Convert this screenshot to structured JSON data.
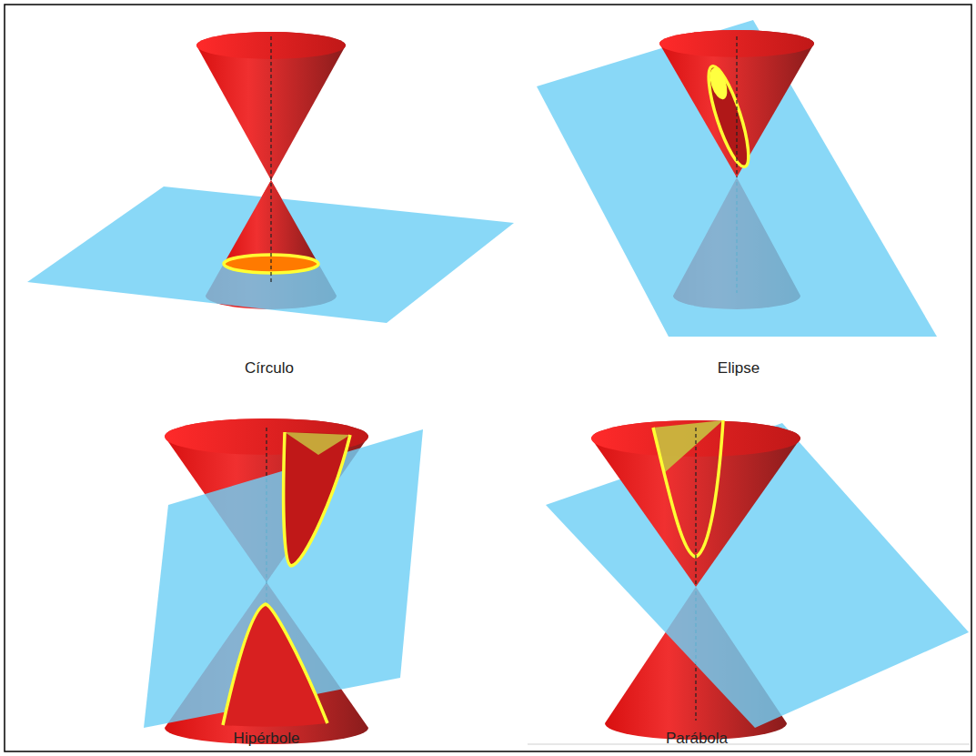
{
  "diagram": {
    "labels": [
      "Círculo",
      "Elipse",
      "Hipérbole",
      "Parábola"
    ]
  }
}
